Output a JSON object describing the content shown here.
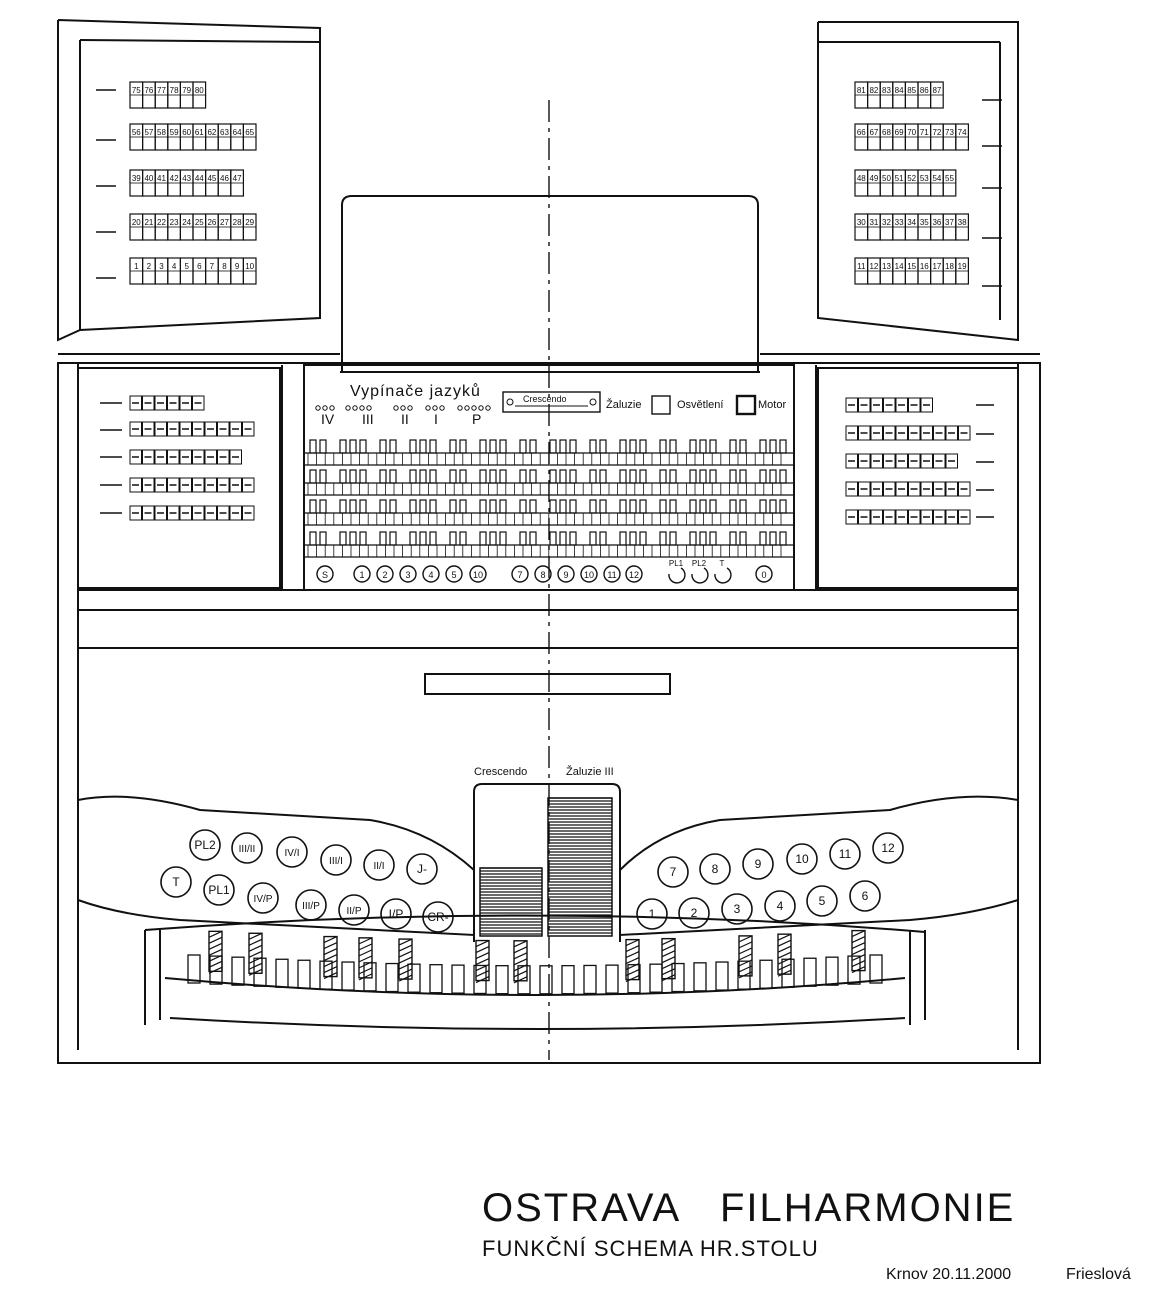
{
  "title_block": {
    "title_left": "OSTRAVA",
    "title_right": "FILHARMONIE",
    "subtitle": "FUNKČNÍ SCHEMA HR.STOLU",
    "place_date": "Krnov 20.11.2000",
    "author": "Frieslová"
  },
  "console": {
    "reed_cutouts_label": "Vypínače jazyků",
    "reed_groups": [
      "IV",
      "III",
      "II",
      "I",
      "P"
    ],
    "crescendo_indicator": "Crescendo",
    "zaluzie_indicator": "Žaluzie",
    "lighting_indicator": "Osvětlení",
    "motor_indicator": "Motor",
    "piston_row": [
      "S",
      "1",
      "2",
      "3",
      "4",
      "5",
      "10",
      "7",
      "8",
      "9",
      "10",
      "11",
      "12",
      "PL1",
      "PL2",
      "T",
      "0"
    ],
    "pedal_crescendo_label": "Crescendo",
    "pedal_zaluzie_label": "Žaluzie III",
    "left_toe_pistons_top": [
      "PL2",
      "III/II",
      "IV/I",
      "III/I",
      "II/I",
      "J-"
    ],
    "left_toe_pistons_bottom": [
      "T",
      "PL1",
      "IV/P",
      "III/P",
      "II/P",
      "I/P",
      "CR-"
    ],
    "right_toe_pistons_top": [
      "7",
      "8",
      "9",
      "10",
      "11",
      "12"
    ],
    "right_toe_pistons_bottom": [
      "1",
      "2",
      "3",
      "4",
      "5",
      "6"
    ]
  },
  "stop_jambs": {
    "left_top_numbers": [
      [
        "75",
        "76",
        "77",
        "78",
        "79",
        "80"
      ],
      [
        "56",
        "57",
        "58",
        "59",
        "60",
        "61",
        "62",
        "63",
        "64",
        "65"
      ],
      [
        "39",
        "40",
        "41",
        "42",
        "43",
        "44",
        "45",
        "46",
        "47"
      ],
      [
        "20",
        "21",
        "22",
        "23",
        "24",
        "25",
        "26",
        "27",
        "28",
        "29"
      ],
      [
        "1",
        "2",
        "3",
        "4",
        "5",
        "6",
        "7",
        "8",
        "9",
        "10"
      ]
    ],
    "right_top_numbers": [
      [
        "81",
        "82",
        "83",
        "84",
        "85",
        "86",
        "87"
      ],
      [
        "66",
        "67",
        "68",
        "69",
        "70",
        "71",
        "72",
        "73",
        "74"
      ],
      [
        "48",
        "49",
        "50",
        "51",
        "52",
        "53",
        "54",
        "55"
      ],
      [
        "30",
        "31",
        "32",
        "33",
        "34",
        "35",
        "36",
        "37",
        "38"
      ],
      [
        "11",
        "12",
        "13",
        "14",
        "15",
        "16",
        "17",
        "18",
        "19"
      ]
    ]
  }
}
